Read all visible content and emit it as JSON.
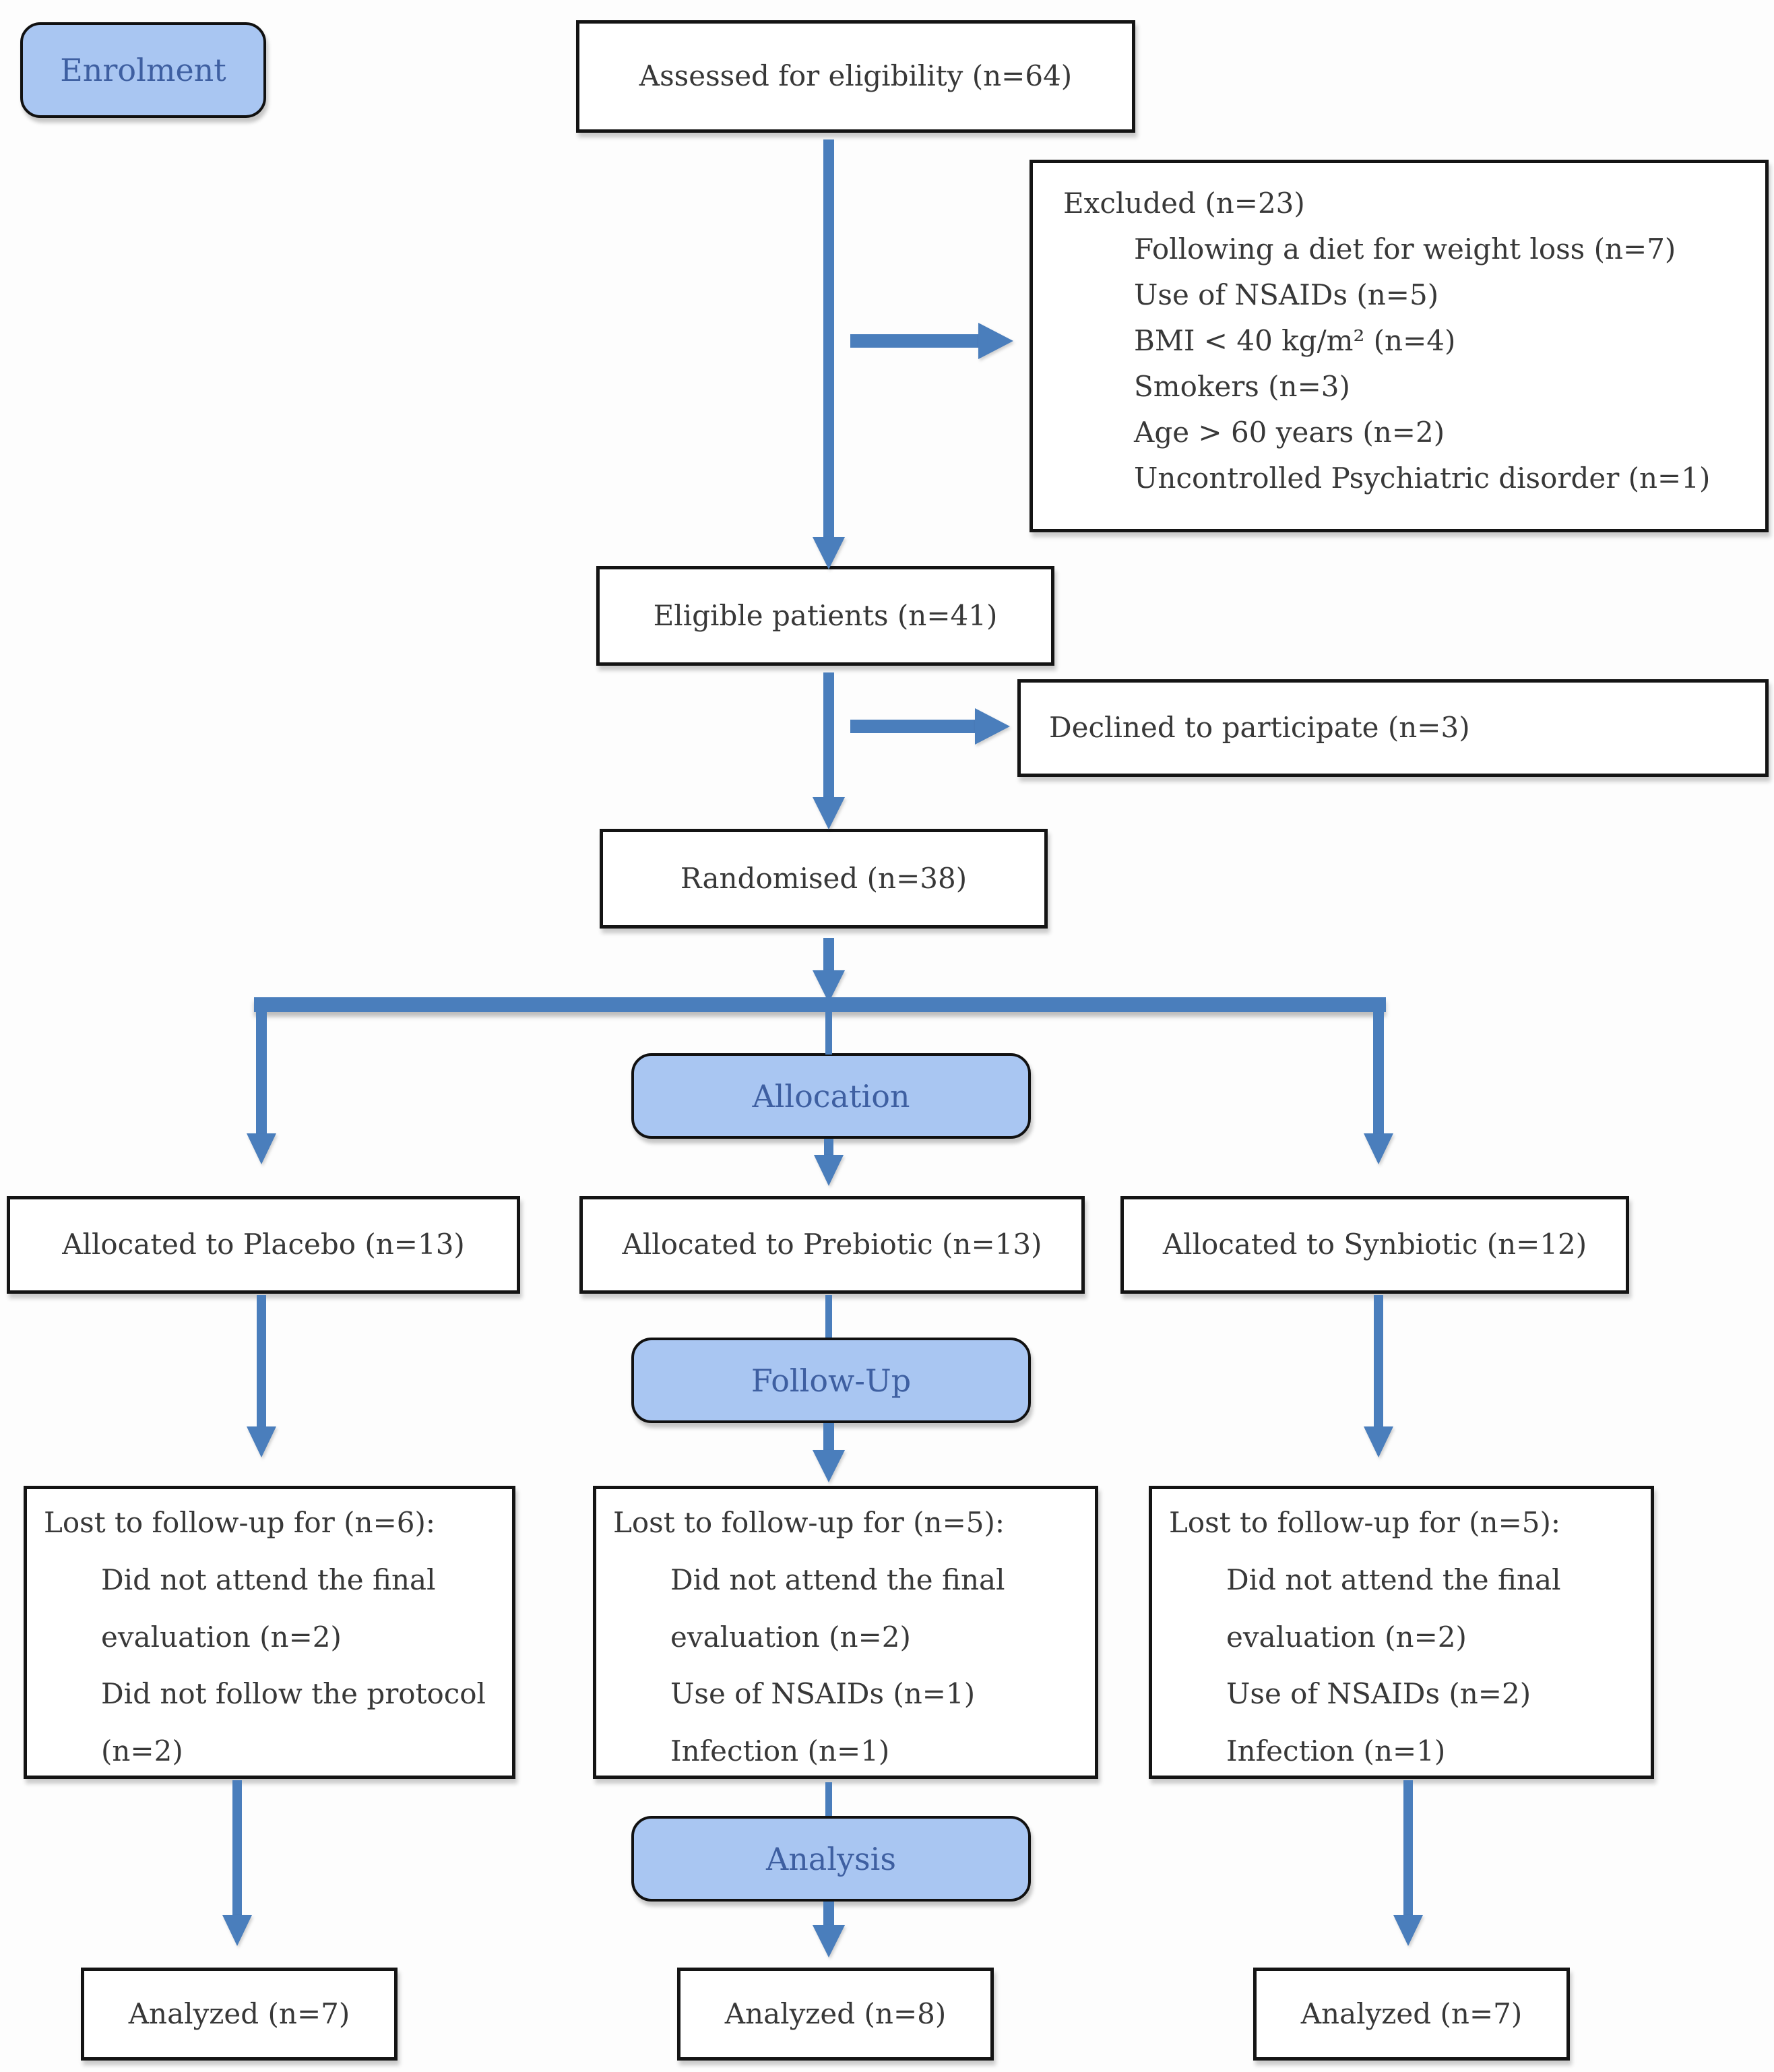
{
  "colors": {
    "arrow": "#4a7ebc",
    "stage_fill": "#a9c6f2",
    "stage_text": "#3e5fa1",
    "box_border": "#141414",
    "text": "#383838",
    "background": "#fdfdfd"
  },
  "flow": {
    "stages": {
      "enrolment": "Enrolment",
      "allocation": "Allocation",
      "followup": "Follow-Up",
      "analysis": "Analysis"
    },
    "assessed": "Assessed for eligibility (n=64)",
    "excluded": {
      "title": "Excluded (n=23)",
      "items": [
        "Following a diet for weight loss (n=7)",
        "Use of NSAIDs (n=5)",
        "BMI < 40 kg/m² (n=4)",
        "Smokers (n=3)",
        "Age > 60 years (n=2)",
        "Uncontrolled Psychiatric disorder (n=1)"
      ]
    },
    "eligible": "Eligible patients (n=41)",
    "declined": "Declined to participate (n=3)",
    "randomised": "Randomised (n=38)",
    "allocated": [
      "Allocated to Placebo (n=13)",
      "Allocated to Prebiotic (n=13)",
      "Allocated to Synbiotic (n=12)"
    ],
    "lost": [
      {
        "title": "Lost to follow-up for (n=6):",
        "items": [
          "Did not attend the final evaluation (n=2)",
          "Did not follow the protocol (n=2)"
        ]
      },
      {
        "title": "Lost to follow-up for (n=5):",
        "items": [
          "Did not attend the final evaluation (n=2)",
          "Use of NSAIDs (n=1)",
          "Infection (n=1)"
        ]
      },
      {
        "title": "Lost to follow-up for (n=5):",
        "items": [
          "Did not attend the final evaluation (n=2)",
          "Use of NSAIDs (n=2)",
          "Infection (n=1)"
        ]
      }
    ],
    "analyzed": [
      "Analyzed (n=7)",
      "Analyzed (n=8)",
      "Analyzed (n=7)"
    ]
  }
}
